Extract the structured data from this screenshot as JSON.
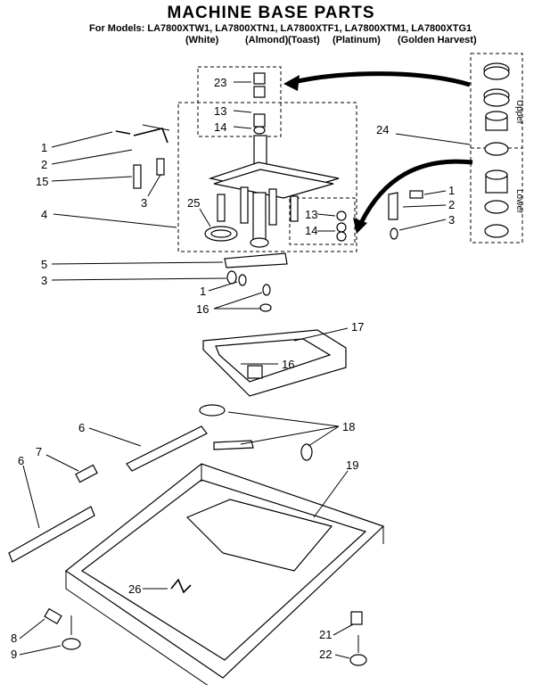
{
  "title": "MACHINE BASE PARTS",
  "models_line": "For Models: LA7800XTW1, LA7800XTN1, LA7800XTF1, LA7800XTM1, LA7800XTG1",
  "colors": [
    "(White)",
    "(Almond)",
    "(Toast)",
    "(Platinum)",
    "(Golden Harvest)"
  ],
  "side_labels": {
    "upper": "Upper",
    "lower": "Lower"
  },
  "callouts": [
    "23",
    "13",
    "14",
    "1",
    "2",
    "15",
    "3",
    "24",
    "4",
    "25",
    "13",
    "14",
    "1",
    "2",
    "3",
    "5",
    "3",
    "1",
    "16",
    "17",
    "16",
    "6",
    "18",
    "7",
    "6",
    "19",
    "26",
    "8",
    "9",
    "21",
    "22"
  ]
}
